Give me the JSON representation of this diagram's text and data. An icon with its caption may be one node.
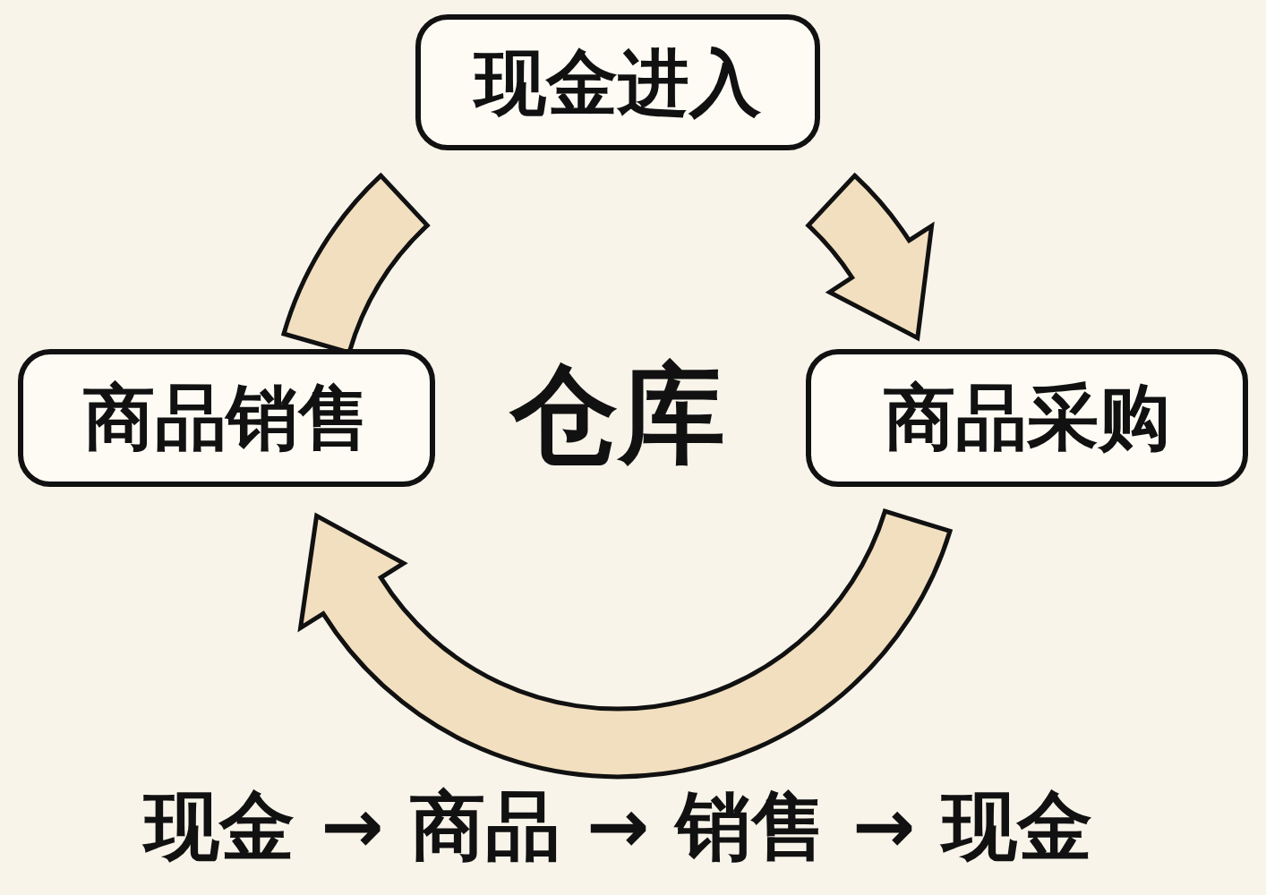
{
  "diagram": {
    "nodes": [
      {
        "text": [
          "现金进入"
        ]
      },
      {
        "text": [
          "商品采购"
        ]
      },
      {
        "text": [
          "商品销售"
        ]
      }
    ],
    "edges": [
      {
        "from": 0,
        "to": 1,
        "arrow": "to"
      },
      {
        "from": 1,
        "to": 2,
        "arrow": "to"
      },
      {
        "from": 2,
        "to": 0,
        "arrow": "none"
      }
    ],
    "labels": [
      "仓库",
      "现金 → 商品 → 销售 → 现金"
    ]
  }
}
